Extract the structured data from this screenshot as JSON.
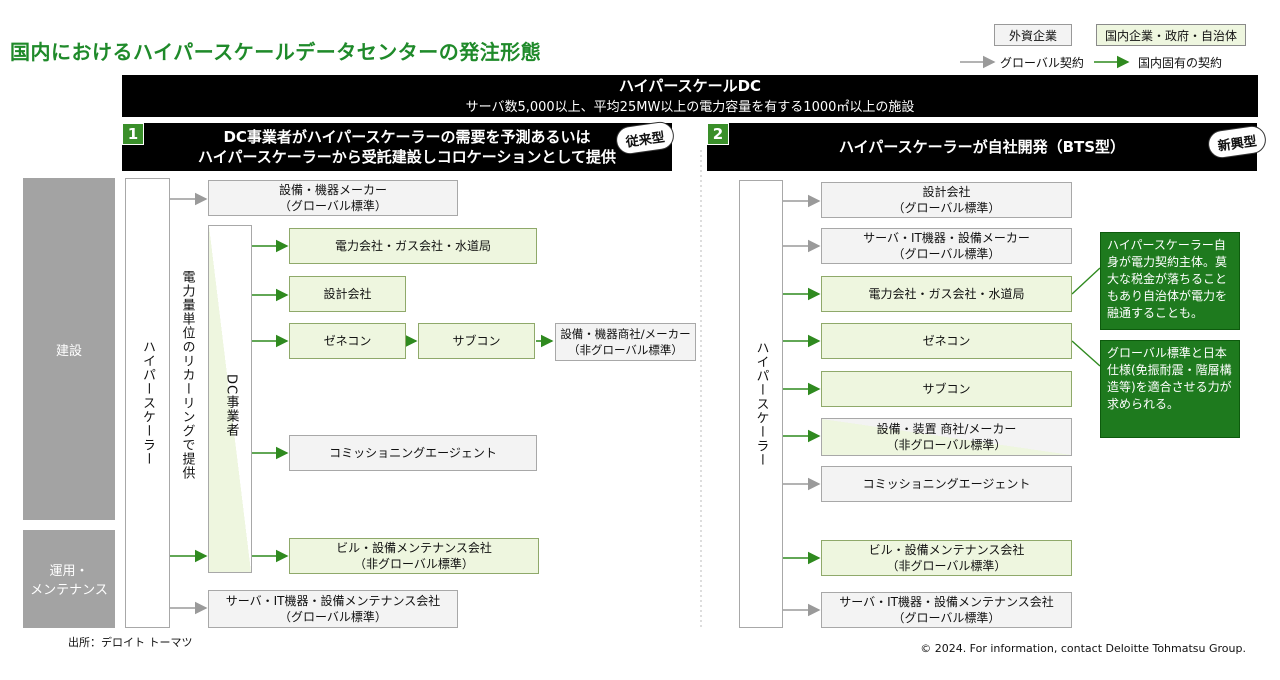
{
  "title": "国内におけるハイパースケールデータセンターの発注形態",
  "legend": {
    "foreign": "外資企業",
    "domestic": "国内企業・政府・自治体",
    "global_contract": "グローバル契約",
    "domestic_contract": "国内固有の契約"
  },
  "banner": {
    "title": "ハイパースケールDC",
    "subtitle": "サーバ数5,000以上、平均25MW以上の電力容量を有する1000㎡以上の施設"
  },
  "phases": {
    "construction": "建設",
    "operation": "運用・\nメンテナンス"
  },
  "section1": {
    "number": "1",
    "heading": "DC事業者がハイパースケーラーの需要を予測あるいは\nハイパースケーラーから受託建設しコロケーションとして提供",
    "tag": "従来型",
    "hyperscaler": "ハイパースケーラー",
    "leasing": "電力量単位のリカーリングで提供",
    "dc_operator": "DC事業者",
    "nodes": {
      "equipment_maker": "設備・機器メーカー\n（グローバル標準）",
      "utilities": "電力会社・ガス会社・水道局",
      "design": "設計会社",
      "general_contractor": "ゼネコン",
      "subcontractor": "サブコン",
      "equipment_trader": "設備・機器商社/メーカー\n（非グローバル標準）",
      "commissioning": "コミッショニングエージェント",
      "building_maintenance": "ビル・設備メンテナンス会社\n（非グローバル標準）",
      "server_maintenance": "サーバ・IT機器・設備メンテナンス会社\n（グローバル標準）"
    }
  },
  "section2": {
    "number": "2",
    "heading": "ハイパースケーラーが自社開発（BTS型）",
    "tag": "新興型",
    "hyperscaler": "ハイパースケーラー",
    "nodes": {
      "design": "設計会社\n（グローバル標準）",
      "server_maker": "サーバ・IT機器・設備メーカー\n（グローバル標準）",
      "utilities": "電力会社・ガス会社・水道局",
      "general_contractor": "ゼネコン",
      "subcontractor": "サブコン",
      "equipment_trader": "設備・装置 商社/メーカー\n（非グローバル標準）",
      "commissioning": "コミッショニングエージェント",
      "building_maintenance": "ビル・設備メンテナンス会社\n（非グローバル標準）",
      "server_maintenance": "サーバ・IT機器・設備メンテナンス会社\n（グローバル標準）"
    },
    "callouts": {
      "power": "ハイパースケーラー自身が電力契約主体。莫大な税金が落ちることもあり自治体が電力を融通することも。",
      "global_standard": "グローバル標準と日本仕様(免振耐震・階層構造等)を適合させる力が求められる。"
    }
  },
  "source": "出所：デロイト トーマツ",
  "copyright": "© 2024. For information, contact Deloitte Tohmatsu Group.",
  "colors": {
    "title_green": "#1f8a2a",
    "arrow_green": "#2f8a1f",
    "arrow_gray": "#9a9a9a",
    "callout_green": "#1e7a1e"
  }
}
